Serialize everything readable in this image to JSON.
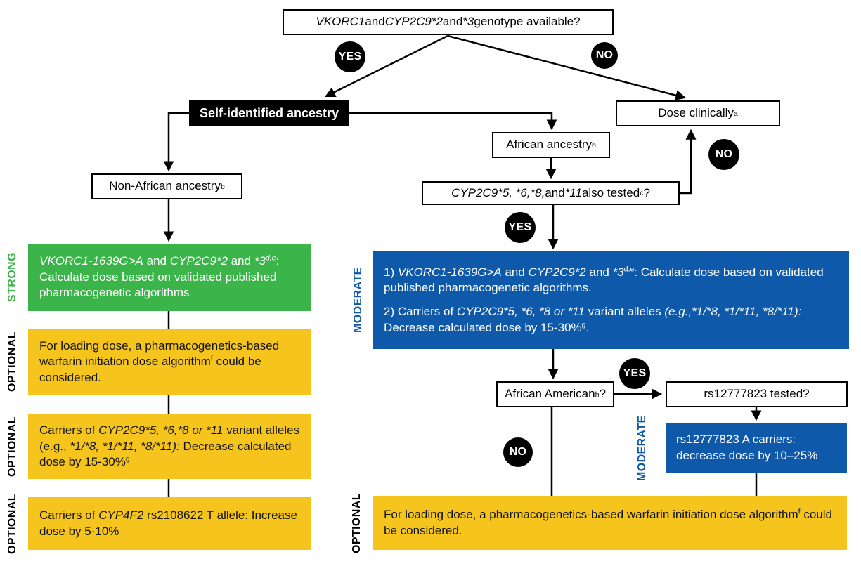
{
  "palette": {
    "strong_green": "#3BB54A",
    "moderate_blue": "#0E59A9",
    "optional_yellow": "#F5C51D",
    "node_black": "#000000",
    "text_white": "#FFFFFF"
  },
  "badges": {
    "yes": "YES",
    "no": "NO"
  },
  "side_labels": {
    "strong": "STRONG",
    "optional": "OPTIONAL",
    "moderate": "MODERATE"
  },
  "nodes": {
    "top_question": [
      {
        "t": "VKORC1",
        "i": true
      },
      {
        "t": " and "
      },
      {
        "t": "CYP2C9*2",
        "i": true
      },
      {
        "t": " and "
      },
      {
        "t": "*3",
        "i": true
      },
      {
        "t": " genotype available?"
      }
    ],
    "self_identified": [
      {
        "t": "Self-identified ancestry"
      }
    ],
    "dose_clinically": [
      {
        "t": "Dose clinically"
      },
      {
        "t": "a",
        "s": true
      }
    ],
    "african_ancestry": [
      {
        "t": "African ancestry"
      },
      {
        "t": "b",
        "s": true
      }
    ],
    "non_african_ancestry": [
      {
        "t": "Non-African ancestry"
      },
      {
        "t": "b",
        "s": true
      }
    ],
    "cyp_also_tested": [
      {
        "t": "CYP2C9*5, *6,*8,",
        "i": true
      },
      {
        "t": " and "
      },
      {
        "t": "*11",
        "i": true
      },
      {
        "t": " also tested"
      },
      {
        "t": "c",
        "s": true
      },
      {
        "t": "?"
      }
    ],
    "african_american": [
      {
        "t": "African American"
      },
      {
        "t": "h",
        "s": true
      },
      {
        "t": "?"
      }
    ],
    "rs_tested": [
      {
        "t": "rs12777823 tested?"
      }
    ]
  },
  "boxes": {
    "strong_algorithm": [
      {
        "t": "VKORC1-1639G>A",
        "i": true
      },
      {
        "t": " and "
      },
      {
        "t": "CYP2C9*2",
        "i": true
      },
      {
        "t": " and "
      },
      {
        "t": "*3",
        "i": true
      },
      {
        "t": "d,e",
        "s": true,
        "i": true
      },
      {
        "t": ": Calculate dose based on validated published pharmacogenetic algorithms"
      }
    ],
    "moderate_algorithm_p1": [
      {
        "t": "1) "
      },
      {
        "t": "VKORC1-1639G>A",
        "i": true
      },
      {
        "t": " and "
      },
      {
        "t": "CYP2C9*2",
        "i": true
      },
      {
        "t": " and "
      },
      {
        "t": "*3",
        "i": true
      },
      {
        "t": "d,e",
        "s": true
      },
      {
        "t": ": Calculate dose based on validated published pharmacogenetic algorithms."
      }
    ],
    "moderate_algorithm_p2": [
      {
        "t": "2) Carriers of "
      },
      {
        "t": "CYP2C9*5, *6, *8 or *11",
        "i": true
      },
      {
        "t": " variant alleles "
      },
      {
        "t": "(e.g.,*1/*8, *1/*11, *8/*11):",
        "i": true
      },
      {
        "t": " Decrease calculated dose by 15-30%"
      },
      {
        "t": "g",
        "s": true
      },
      {
        "t": "."
      }
    ],
    "optional_loading_dose": [
      {
        "t": "For loading dose, a pharmacogenetics-based warfarin initiation dose algorithm"
      },
      {
        "t": "f",
        "s": true
      },
      {
        "t": " could be considered."
      }
    ],
    "optional_variant_carriers": [
      {
        "t": "Carriers of "
      },
      {
        "t": "CYP2C9*5, *6,*8 or *11",
        "i": true
      },
      {
        "t": " variant alleles (e.g., "
      },
      {
        "t": "*1/*8, *1/*11, *8/*11):",
        "i": true
      },
      {
        "t": " Decrease calculated dose by 15-30%"
      },
      {
        "t": "g",
        "s": true
      }
    ],
    "optional_cyp4f2": [
      {
        "t": "Carriers of "
      },
      {
        "t": "CYP4F2",
        "i": true
      },
      {
        "t": " rs2108622 T allele: Increase dose by 5-10%"
      }
    ],
    "moderate_rs12777823": [
      {
        "t": "rs12777823 A carriers: decrease dose by 10–25%"
      }
    ],
    "optional_loading_dose_bottom": [
      {
        "t": "For loading dose, a pharmacogenetics-based warfarin initiation dose algorithm"
      },
      {
        "t": "f",
        "s": true
      },
      {
        "t": " could be considered."
      }
    ]
  }
}
